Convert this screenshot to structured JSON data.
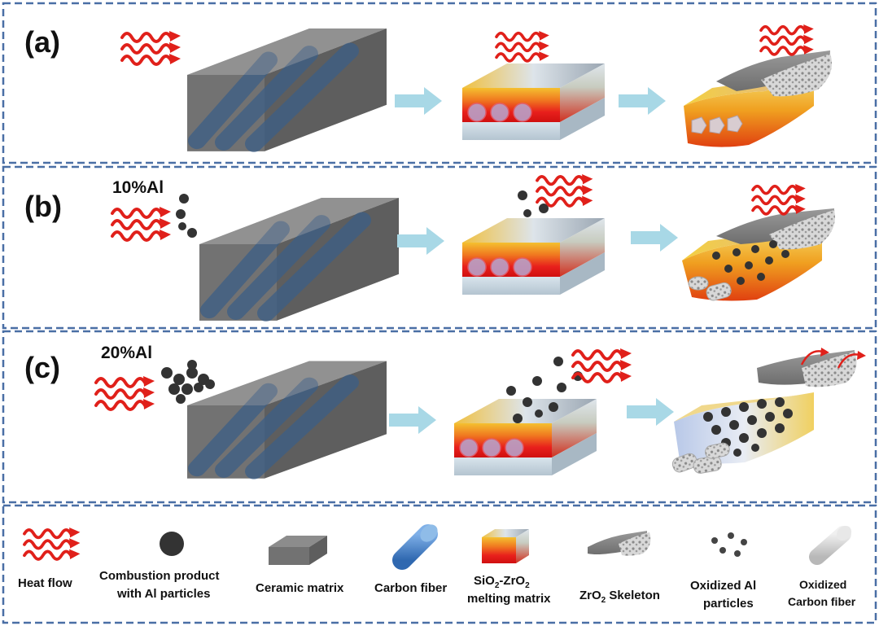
{
  "panels": [
    {
      "label": "(a)",
      "al_label": ""
    },
    {
      "label": "(b)",
      "al_label": "10%Al"
    },
    {
      "label": "(c)",
      "al_label": "20%Al"
    }
  ],
  "legend": {
    "heat_flow": "Heat flow",
    "combustion_line1": "Combustion product",
    "combustion_line2": "with Al particles",
    "ceramic_matrix": "Ceramic matrix",
    "carbon_fiber": "Carbon fiber",
    "sio2_line1_a": "SiO",
    "sio2_line1_b": "-ZrO",
    "sio2_line2": "melting matrix",
    "zro2_skeleton_a": "ZrO",
    "zro2_skeleton_b": " Skeleton",
    "oxidized_al_line1": "Oxidized Al",
    "oxidized_al_line2": "particles",
    "oxidized_cf_line1": "Oxidized",
    "oxidized_cf_line2": "Carbon fiber",
    "subscript_2": "2"
  },
  "colors": {
    "frame_dash": "#4a6fa5",
    "heat": "#e0201a",
    "arrow": "#a8d8e6",
    "ceramic_top": "#8a8a8a",
    "ceramic_front": "#6e6e6e",
    "ceramic_side": "#5a5a5a",
    "fiber": "#3c5e86",
    "particle": "#333333",
    "carbon_fiber_legend": "#4a86c8"
  }
}
